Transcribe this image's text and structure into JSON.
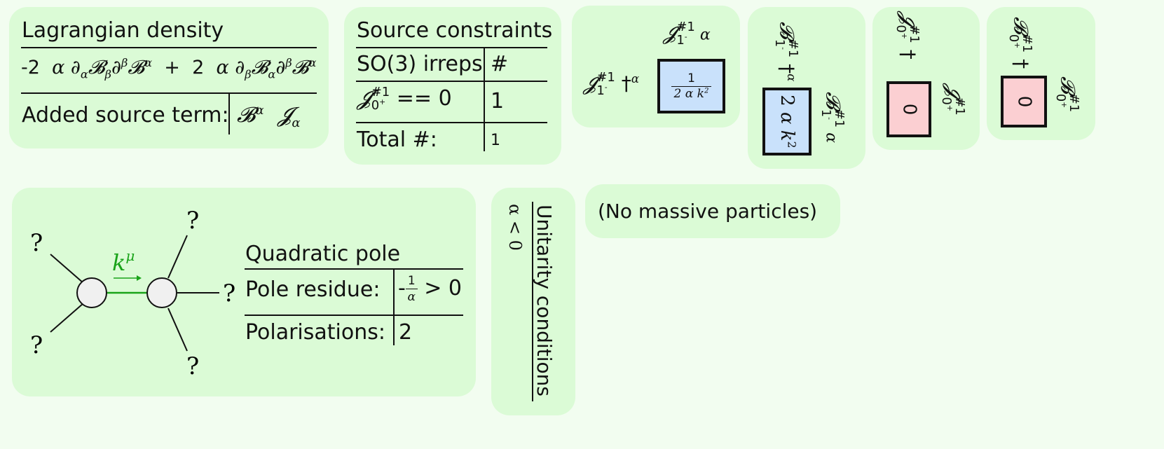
{
  "lagrangian": {
    "title": "Lagrangian density",
    "expression_coeff1": "-2",
    "expression_coeff2": "2",
    "added_source_label": "Added source term:",
    "source_field": "B",
    "source_current": "J"
  },
  "constraints": {
    "title": "Source constraints",
    "col1": "SO(3) irreps",
    "col2": "#",
    "row_constraint": "== 0",
    "row_count": "1",
    "total_label": "Total #:",
    "total_value": "1"
  },
  "matrices": {
    "j1_entry": "1/(2 α k²)",
    "b1_entry": "2 α k²",
    "j0_entry": "0",
    "b0_entry": "0"
  },
  "pole": {
    "title": "Quadratic pole",
    "residue_label": "Pole residue:",
    "residue_value": "> 0",
    "polarisations_label": "Polarisations:",
    "polarisations_value": "2",
    "momentum_label": "k",
    "unknown_mark": "?"
  },
  "unitarity": {
    "title": "Unitarity conditions",
    "condition": "α < 0"
  },
  "massive": {
    "text": "(No massive particles)"
  },
  "colors": {
    "panel": "#dbfbd6",
    "background": "#f2fdf0",
    "blue_box": "#c9e1fb",
    "pink_box": "#fbcfd2",
    "propagator": "#19a319"
  }
}
